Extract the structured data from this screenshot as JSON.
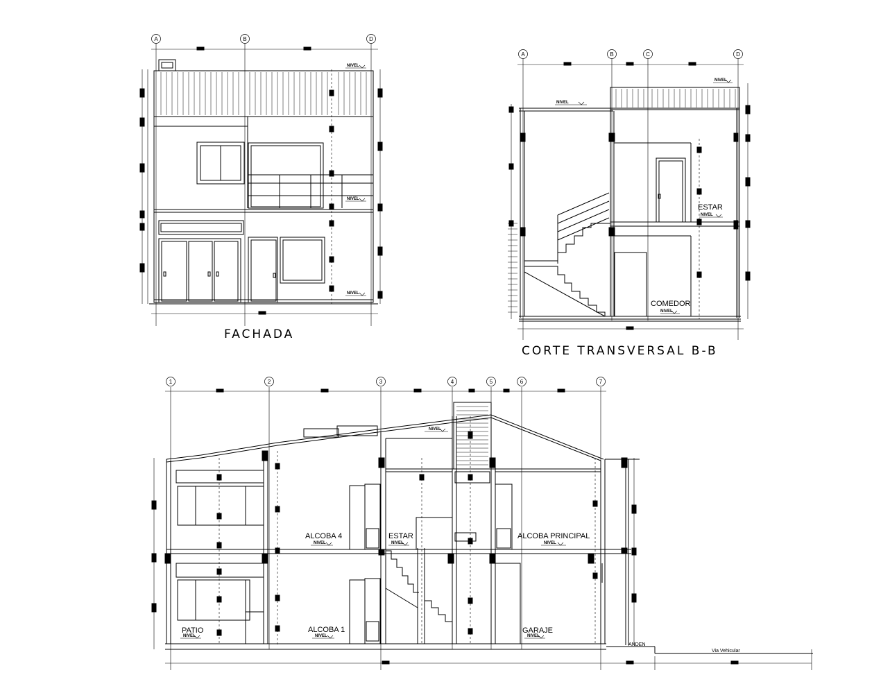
{
  "titles": {
    "fachada": "FACHADA",
    "corte_b": "CORTE TRANSVERSAL B-B"
  },
  "grid_axes": {
    "fachada": [
      "A",
      "B",
      "D"
    ],
    "corte_b": [
      "A",
      "B",
      "C",
      "D"
    ],
    "corte_long": [
      "1",
      "2",
      "3",
      "4",
      "5",
      "6",
      "7"
    ]
  },
  "level_tag": "NIVEL",
  "rooms": {
    "estar_b": "ESTAR",
    "comedor": "COMEDOR",
    "alcoba4": "ALCOBA 4",
    "estar": "ESTAR",
    "alcoba_principal": "ALCOBA PRINCIPAL",
    "patio": "PATIO",
    "alcoba1": "ALCOBA 1",
    "garaje": "GARAJE",
    "anden": "ANDEN",
    "via": "Via Vehicular"
  }
}
